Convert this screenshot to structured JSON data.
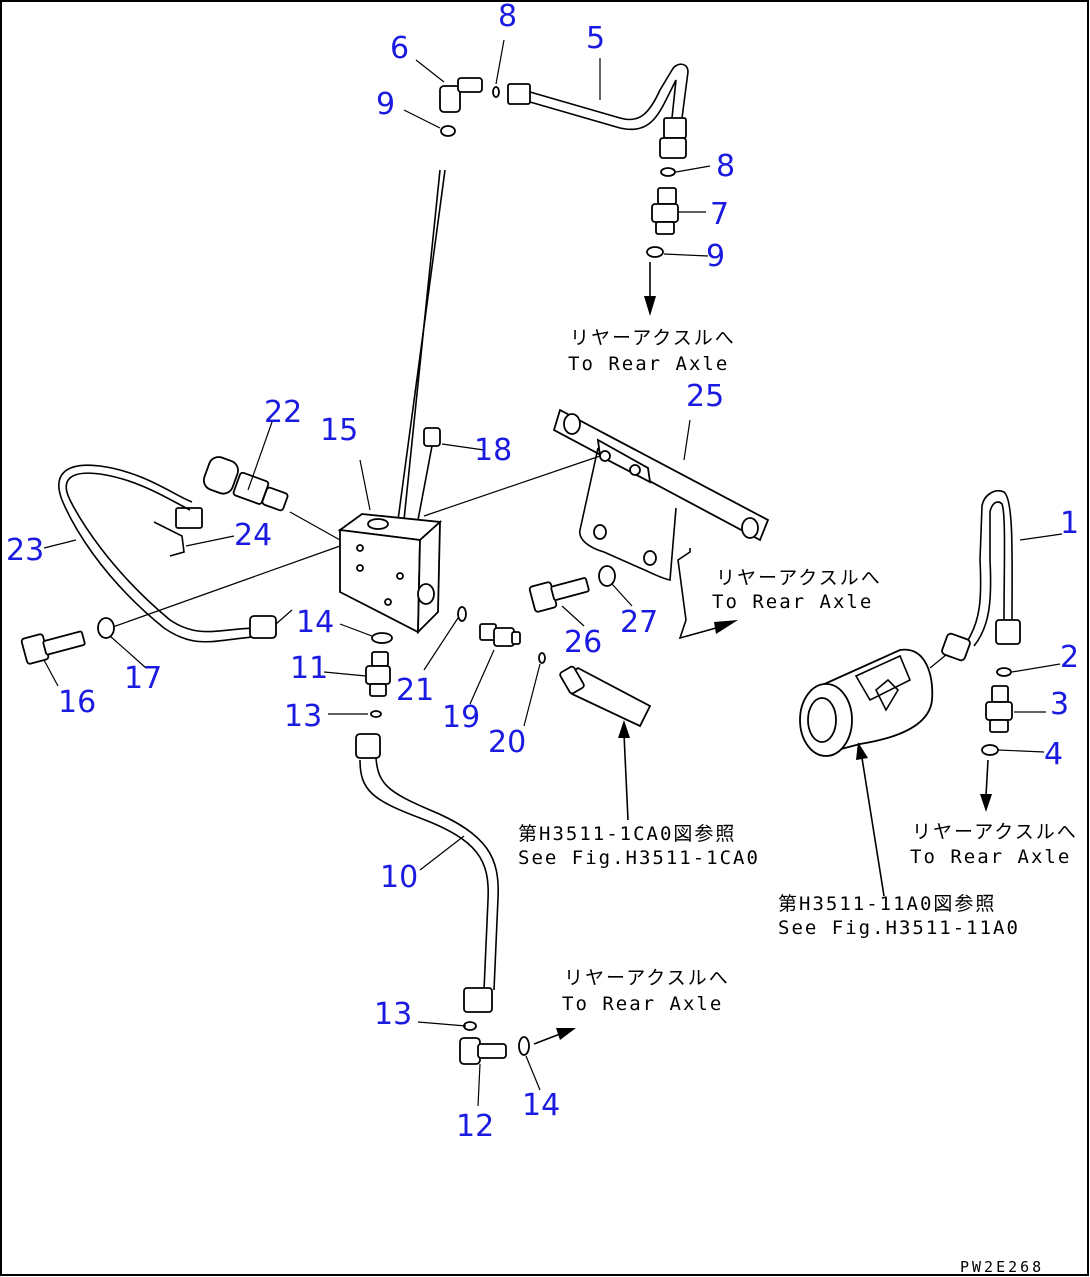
{
  "part_numbers": {
    "n1": "1",
    "n2": "2",
    "n3": "3",
    "n4": "4",
    "n5": "5",
    "n6": "6",
    "n7": "7",
    "n8a": "8",
    "n8b": "8",
    "n9a": "9",
    "n9b": "9",
    "n10": "10",
    "n11": "11",
    "n12": "12",
    "n13a": "13",
    "n13b": "13",
    "n14a": "14",
    "n14b": "14",
    "n15": "15",
    "n16": "16",
    "n17": "17",
    "n18": "18",
    "n19": "19",
    "n20": "20",
    "n21": "21",
    "n22": "22",
    "n23": "23",
    "n24": "24",
    "n25": "25",
    "n26": "26",
    "n27": "27"
  },
  "notes": {
    "rear_axle_jp": "リヤーアクスルへ",
    "rear_axle_en": "To Rear Axle",
    "see_fig_1_jp": "第H3511-1CA0図参照",
    "see_fig_1_en": "See Fig.H3511-1CA0",
    "see_fig_2_jp": "第H3511-11A0図参照",
    "see_fig_2_en": "See Fig.H3511-11A0"
  },
  "drawing_code": "PW2E268",
  "colors": {
    "callout": "#1a1ae0",
    "line": "#000000",
    "background": "#ffffff"
  }
}
